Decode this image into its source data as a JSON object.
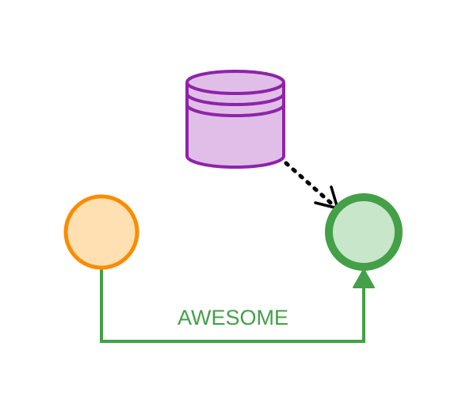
{
  "diagram": {
    "nodes": [
      {
        "id": "database",
        "shape": "cylinder",
        "fill": "#e1bee7",
        "stroke": "#8e24aa"
      },
      {
        "id": "source",
        "shape": "circle",
        "fill": "#ffe0b2",
        "stroke": "#fb8c00"
      },
      {
        "id": "target",
        "shape": "circle",
        "fill": "#c8e6c9",
        "stroke": "#43a047"
      }
    ],
    "edges": [
      {
        "from": "database",
        "to": "target",
        "style": "dotted",
        "arrowhead": "open",
        "color": "#000000"
      },
      {
        "from": "source",
        "to": "target",
        "style": "solid",
        "arrowhead": "filled",
        "color": "#43a047",
        "label": "AWESOME"
      }
    ]
  }
}
